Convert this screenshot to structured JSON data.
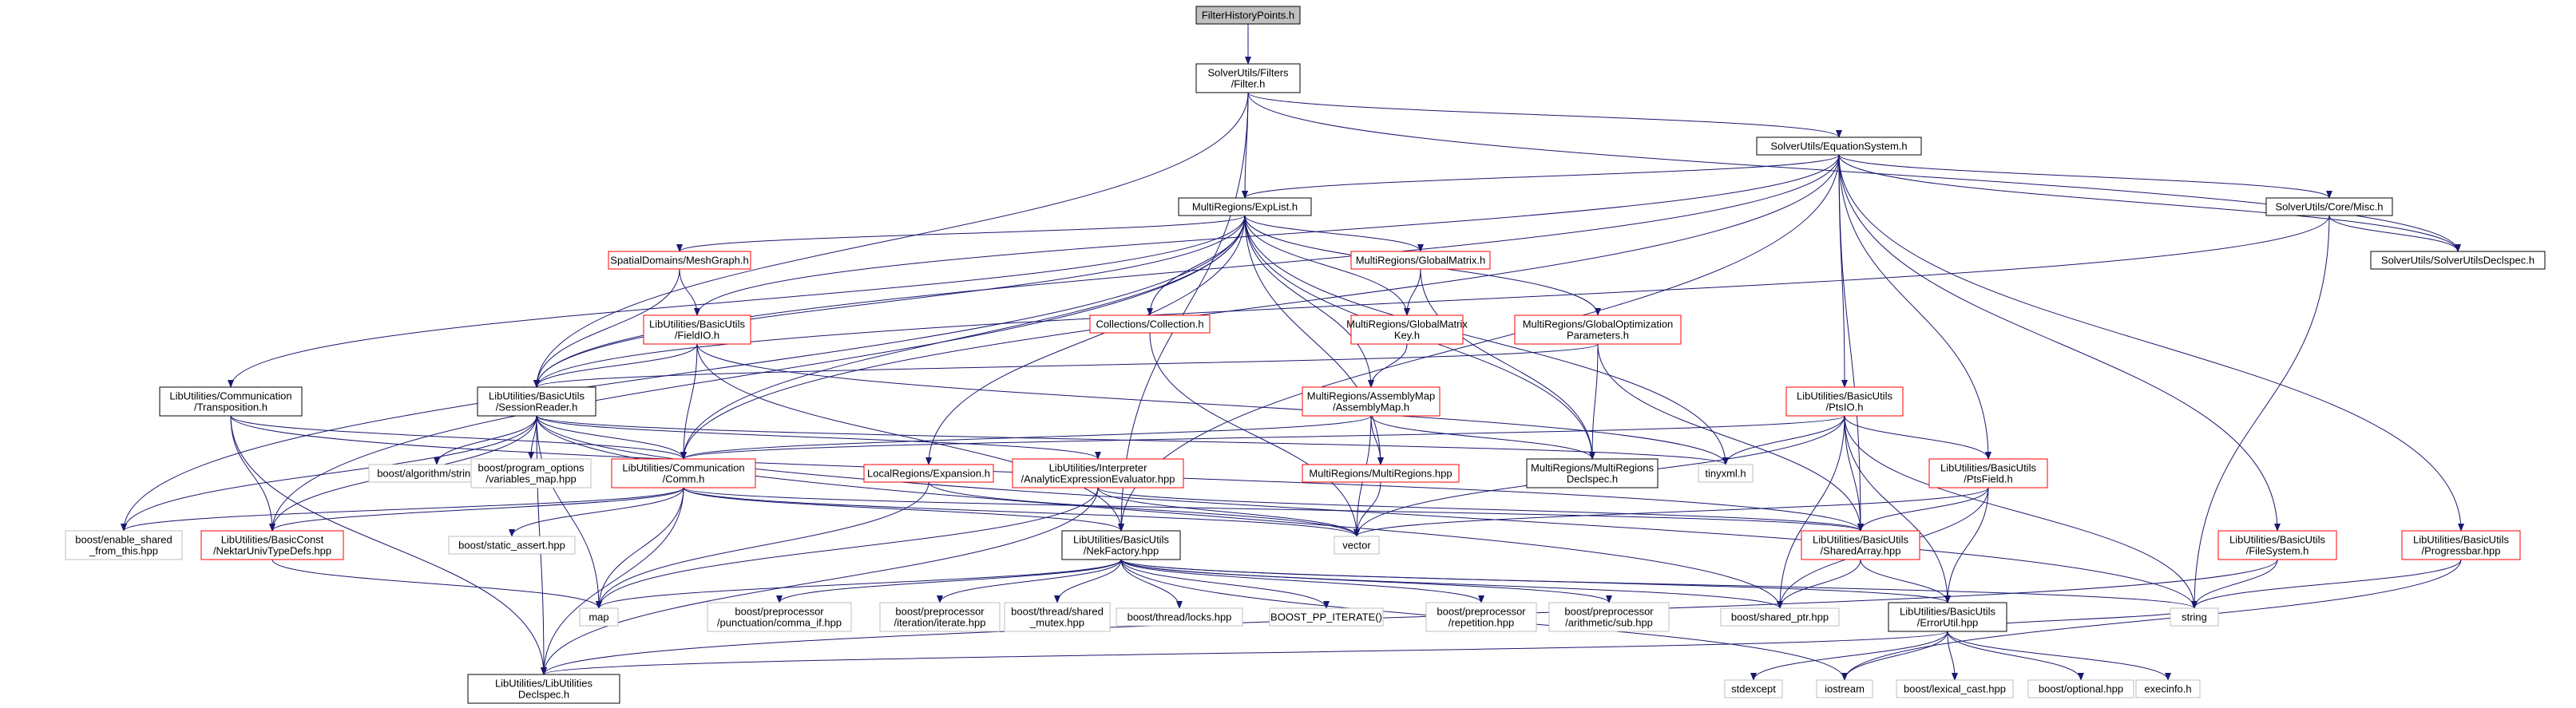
{
  "colors": {
    "edge": "#191970",
    "root_fill": "#bfbfbf",
    "border_black": "#000000",
    "border_red": "#ff0000",
    "border_gray": "#bfbfbf",
    "text": "#000000"
  },
  "nodes": [
    {
      "id": "n_filterhistorypoints",
      "lines": [
        "FilterHistoryPoints.h"
      ],
      "style": "root"
    },
    {
      "id": "n_filter",
      "lines": [
        "SolverUtils/Filters",
        "/Filter.h"
      ],
      "style": "black"
    },
    {
      "id": "n_equationsystem",
      "lines": [
        "SolverUtils/EquationSystem.h"
      ],
      "style": "black"
    },
    {
      "id": "n_explist",
      "lines": [
        "MultiRegions/ExpList.h"
      ],
      "style": "black"
    },
    {
      "id": "n_coremisc",
      "lines": [
        "SolverUtils/Core/Misc.h"
      ],
      "style": "black"
    },
    {
      "id": "n_solverutilsdeclspec",
      "lines": [
        "SolverUtils/SolverUtilsDeclspec.h"
      ],
      "style": "black"
    },
    {
      "id": "n_meshgraph",
      "lines": [
        "SpatialDomains/MeshGraph.h"
      ],
      "style": "red"
    },
    {
      "id": "n_globalmatrix",
      "lines": [
        "MultiRegions/GlobalMatrix.h"
      ],
      "style": "red"
    },
    {
      "id": "n_fieldio",
      "lines": [
        "LibUtilities/BasicUtils",
        "/FieldIO.h"
      ],
      "style": "red"
    },
    {
      "id": "n_collection",
      "lines": [
        "Collections/Collection.h"
      ],
      "style": "red"
    },
    {
      "id": "n_globalmatrixkey",
      "lines": [
        "MultiRegions/GlobalMatrix",
        "Key.h"
      ],
      "style": "red"
    },
    {
      "id": "n_globaloptim",
      "lines": [
        "MultiRegions/GlobalOptimization",
        "Parameters.h"
      ],
      "style": "red"
    },
    {
      "id": "n_transposition",
      "lines": [
        "LibUtilities/Communication",
        "/Transposition.h"
      ],
      "style": "black"
    },
    {
      "id": "n_sessionreader",
      "lines": [
        "LibUtilities/BasicUtils",
        "/SessionReader.h"
      ],
      "style": "black"
    },
    {
      "id": "n_assemblymap",
      "lines": [
        "MultiRegions/AssemblyMap",
        "/AssemblyMap.h"
      ],
      "style": "red"
    },
    {
      "id": "n_ptsio",
      "lines": [
        "LibUtilities/BasicUtils",
        "/PtsIO.h"
      ],
      "style": "red"
    },
    {
      "id": "n_comm",
      "lines": [
        "LibUtilities/Communication",
        "/Comm.h"
      ],
      "style": "red"
    },
    {
      "id": "n_algorithmstring",
      "lines": [
        "boost/algorithm/string.hpp"
      ],
      "style": "gray"
    },
    {
      "id": "n_programoptions",
      "lines": [
        "boost/program_options",
        "/variables_map.hpp"
      ],
      "style": "gray"
    },
    {
      "id": "n_localexpansion",
      "lines": [
        "LocalRegions/Expansion.h"
      ],
      "style": "red"
    },
    {
      "id": "n_interpreter",
      "lines": [
        "LibUtilities/Interpreter",
        "/AnalyticExpressionEvaluator.hpp"
      ],
      "style": "red"
    },
    {
      "id": "n_multiregionshpp",
      "lines": [
        "MultiRegions/MultiRegions.hpp"
      ],
      "style": "red"
    },
    {
      "id": "n_multiregionsdeclspec",
      "lines": [
        "MultiRegions/MultiRegions",
        "Declspec.h"
      ],
      "style": "black"
    },
    {
      "id": "n_tinyxml",
      "lines": [
        "tinyxml.h"
      ],
      "style": "gray"
    },
    {
      "id": "n_ptsfield",
      "lines": [
        "LibUtilities/BasicUtils",
        "/PtsField.h"
      ],
      "style": "red"
    },
    {
      "id": "n_enableshared",
      "lines": [
        "boost/enable_shared",
        "_from_this.hpp"
      ],
      "style": "gray"
    },
    {
      "id": "n_basicconst",
      "lines": [
        "LibUtilities/BasicConst",
        "/NektarUnivTypeDefs.hpp"
      ],
      "style": "red"
    },
    {
      "id": "n_staticassert",
      "lines": [
        "boost/static_assert.hpp"
      ],
      "style": "gray"
    },
    {
      "id": "n_vector",
      "lines": [
        "vector"
      ],
      "style": "gray"
    },
    {
      "id": "n_sharedarray",
      "lines": [
        "LibUtilities/BasicUtils",
        "/SharedArray.hpp"
      ],
      "style": "red"
    },
    {
      "id": "n_filesystem",
      "lines": [
        "LibUtilities/BasicUtils",
        "/FileSystem.h"
      ],
      "style": "red"
    },
    {
      "id": "n_progressbar",
      "lines": [
        "LibUtilities/BasicUtils",
        "/Progressbar.hpp"
      ],
      "style": "red"
    },
    {
      "id": "n_nekfactory",
      "lines": [
        "LibUtilities/BasicUtils",
        "/NekFactory.hpp"
      ],
      "style": "black"
    },
    {
      "id": "n_map",
      "lines": [
        "map"
      ],
      "style": "gray"
    },
    {
      "id": "n_commaif",
      "lines": [
        "boost/preprocessor",
        "/punctuation/comma_if.hpp"
      ],
      "style": "gray"
    },
    {
      "id": "n_iterate",
      "lines": [
        "boost/preprocessor",
        "/iteration/iterate.hpp"
      ],
      "style": "gray"
    },
    {
      "id": "n_sharedmutex",
      "lines": [
        "boost/thread/shared",
        "_mutex.hpp"
      ],
      "style": "gray"
    },
    {
      "id": "n_locks",
      "lines": [
        "boost/thread/locks.hpp"
      ],
      "style": "gray"
    },
    {
      "id": "n_ppiterate",
      "lines": [
        "BOOST_PP_ITERATE()"
      ],
      "style": "gray"
    },
    {
      "id": "n_repetition",
      "lines": [
        "boost/preprocessor",
        "/repetition.hpp"
      ],
      "style": "gray"
    },
    {
      "id": "n_arithsub",
      "lines": [
        "boost/preprocessor",
        "/arithmetic/sub.hpp"
      ],
      "style": "gray"
    },
    {
      "id": "n_sharedptr",
      "lines": [
        "boost/shared_ptr.hpp"
      ],
      "style": "gray"
    },
    {
      "id": "n_errorutil",
      "lines": [
        "LibUtilities/BasicUtils",
        "/ErrorUtil.hpp"
      ],
      "style": "black"
    },
    {
      "id": "n_string",
      "lines": [
        "string"
      ],
      "style": "gray"
    },
    {
      "id": "n_libutildeclspec",
      "lines": [
        "LibUtilities/LibUtilities",
        "Declspec.h"
      ],
      "style": "black"
    },
    {
      "id": "n_stdexcept",
      "lines": [
        "stdexcept"
      ],
      "style": "gray"
    },
    {
      "id": "n_iostream",
      "lines": [
        "iostream"
      ],
      "style": "gray"
    },
    {
      "id": "n_lexicalcast",
      "lines": [
        "boost/lexical_cast.hpp"
      ],
      "style": "gray"
    },
    {
      "id": "n_optional",
      "lines": [
        "boost/optional.hpp"
      ],
      "style": "gray"
    },
    {
      "id": "n_execinfo",
      "lines": [
        "execinfo.h"
      ],
      "style": "gray"
    }
  ],
  "edges": [
    [
      "n_filterhistorypoints",
      "n_filter"
    ],
    [
      "n_filter",
      "n_equationsystem"
    ],
    [
      "n_filter",
      "n_explist"
    ],
    [
      "n_filter",
      "n_solverutilsdeclspec"
    ],
    [
      "n_filter",
      "n_sessionreader"
    ],
    [
      "n_filter",
      "n_nekfactory"
    ],
    [
      "n_equationsystem",
      "n_explist"
    ],
    [
      "n_equationsystem",
      "n_coremisc"
    ],
    [
      "n_equationsystem",
      "n_solverutilsdeclspec"
    ],
    [
      "n_equationsystem",
      "n_fieldio"
    ],
    [
      "n_equationsystem",
      "n_sessionreader"
    ],
    [
      "n_equationsystem",
      "n_ptsio"
    ],
    [
      "n_equationsystem",
      "n_ptsfield"
    ],
    [
      "n_equationsystem",
      "n_comm"
    ],
    [
      "n_equationsystem",
      "n_nekfactory"
    ],
    [
      "n_equationsystem",
      "n_sharedarray"
    ],
    [
      "n_equationsystem",
      "n_filesystem"
    ],
    [
      "n_equationsystem",
      "n_progressbar"
    ],
    [
      "n_explist",
      "n_meshgraph"
    ],
    [
      "n_explist",
      "n_globalmatrix"
    ],
    [
      "n_explist",
      "n_collection"
    ],
    [
      "n_explist",
      "n_globaloptim"
    ],
    [
      "n_explist",
      "n_transposition"
    ],
    [
      "n_explist",
      "n_sessionreader"
    ],
    [
      "n_explist",
      "n_assemblymap"
    ],
    [
      "n_explist",
      "n_comm"
    ],
    [
      "n_explist",
      "n_localexpansion"
    ],
    [
      "n_explist",
      "n_multiregionshpp"
    ],
    [
      "n_explist",
      "n_multiregionsdeclspec"
    ],
    [
      "n_explist",
      "n_tinyxml"
    ],
    [
      "n_explist",
      "n_globalmatrixkey"
    ],
    [
      "n_explist",
      "n_basicconst"
    ],
    [
      "n_explist",
      "n_enableshared"
    ],
    [
      "n_coremisc",
      "n_solverutilsdeclspec"
    ],
    [
      "n_coremisc",
      "n_sessionreader"
    ],
    [
      "n_coremisc",
      "n_string"
    ],
    [
      "n_meshgraph",
      "n_fieldio"
    ],
    [
      "n_meshgraph",
      "n_sessionreader"
    ],
    [
      "n_globalmatrix",
      "n_globalmatrixkey"
    ],
    [
      "n_globalmatrix",
      "n_multiregionsdeclspec"
    ],
    [
      "n_globalmatrixkey",
      "n_assemblymap"
    ],
    [
      "n_globaloptim",
      "n_sessionreader"
    ],
    [
      "n_globaloptim",
      "n_multiregionsdeclspec"
    ],
    [
      "n_globaloptim",
      "n_sharedarray"
    ],
    [
      "n_fieldio",
      "n_sessionreader"
    ],
    [
      "n_fieldio",
      "n_comm"
    ],
    [
      "n_fieldio",
      "n_nekfactory"
    ],
    [
      "n_fieldio",
      "n_tinyxml"
    ],
    [
      "n_collection",
      "n_vector"
    ],
    [
      "n_transposition",
      "n_comm"
    ],
    [
      "n_transposition",
      "n_basicconst"
    ],
    [
      "n_transposition",
      "n_sharedarray"
    ],
    [
      "n_transposition",
      "n_libutildeclspec"
    ],
    [
      "n_sessionreader",
      "n_comm"
    ],
    [
      "n_sessionreader",
      "n_algorithmstring"
    ],
    [
      "n_sessionreader",
      "n_programoptions"
    ],
    [
      "n_sessionreader",
      "n_interpreter"
    ],
    [
      "n_sessionreader",
      "n_basicconst"
    ],
    [
      "n_sessionreader",
      "n_enableshared"
    ],
    [
      "n_sessionreader",
      "n_map"
    ],
    [
      "n_sessionreader",
      "n_libutildeclspec"
    ],
    [
      "n_sessionreader",
      "n_string"
    ],
    [
      "n_sessionreader",
      "n_tinyxml"
    ],
    [
      "n_sessionreader",
      "n_sharedptr"
    ],
    [
      "n_assemblymap",
      "n_comm"
    ],
    [
      "n_assemblymap",
      "n_multiregionshpp"
    ],
    [
      "n_assemblymap",
      "n_multiregionsdeclspec"
    ],
    [
      "n_assemblymap",
      "n_vector"
    ],
    [
      "n_ptsio",
      "n_comm"
    ],
    [
      "n_ptsio",
      "n_ptsfield"
    ],
    [
      "n_ptsio",
      "n_sharedarray"
    ],
    [
      "n_ptsio",
      "n_tinyxml"
    ],
    [
      "n_ptsio",
      "n_vector"
    ],
    [
      "n_ptsio",
      "n_string"
    ],
    [
      "n_ptsio",
      "n_sharedptr"
    ],
    [
      "n_ptsio",
      "n_errorutil"
    ],
    [
      "n_comm",
      "n_enableshared"
    ],
    [
      "n_comm",
      "n_basicconst"
    ],
    [
      "n_comm",
      "n_staticassert"
    ],
    [
      "n_comm",
      "n_nekfactory"
    ],
    [
      "n_comm",
      "n_vector"
    ],
    [
      "n_comm",
      "n_sharedarray"
    ],
    [
      "n_comm",
      "n_libutildeclspec"
    ],
    [
      "n_comm",
      "n_map"
    ],
    [
      "n_localexpansion",
      "n_vector"
    ],
    [
      "n_localexpansion",
      "n_map"
    ],
    [
      "n_interpreter",
      "n_vector"
    ],
    [
      "n_interpreter",
      "n_sharedarray"
    ],
    [
      "n_interpreter",
      "n_map"
    ],
    [
      "n_interpreter",
      "n_libutildeclspec"
    ],
    [
      "n_multiregionshpp",
      "n_vector"
    ],
    [
      "n_ptsfield",
      "n_sharedarray"
    ],
    [
      "n_ptsfield",
      "n_vector"
    ],
    [
      "n_ptsfield",
      "n_errorutil"
    ],
    [
      "n_ptsfield",
      "n_sharedptr"
    ],
    [
      "n_basicconst",
      "n_map"
    ],
    [
      "n_sharedarray",
      "n_sharedptr"
    ],
    [
      "n_sharedarray",
      "n_errorutil"
    ],
    [
      "n_filesystem",
      "n_string"
    ],
    [
      "n_filesystem",
      "n_libutildeclspec"
    ],
    [
      "n_progressbar",
      "n_string"
    ],
    [
      "n_progressbar",
      "n_iostream"
    ],
    [
      "n_nekfactory",
      "n_map"
    ],
    [
      "n_nekfactory",
      "n_commaif"
    ],
    [
      "n_nekfactory",
      "n_iterate"
    ],
    [
      "n_nekfactory",
      "n_sharedmutex"
    ],
    [
      "n_nekfactory",
      "n_locks"
    ],
    [
      "n_nekfactory",
      "n_ppiterate"
    ],
    [
      "n_nekfactory",
      "n_repetition"
    ],
    [
      "n_nekfactory",
      "n_arithsub"
    ],
    [
      "n_nekfactory",
      "n_sharedptr"
    ],
    [
      "n_nekfactory",
      "n_errorutil"
    ],
    [
      "n_nekfactory",
      "n_string"
    ],
    [
      "n_nekfactory",
      "n_iostream"
    ],
    [
      "n_errorutil",
      "n_libutildeclspec"
    ],
    [
      "n_errorutil",
      "n_stdexcept"
    ],
    [
      "n_errorutil",
      "n_iostream"
    ],
    [
      "n_errorutil",
      "n_lexicalcast"
    ],
    [
      "n_errorutil",
      "n_optional"
    ],
    [
      "n_errorutil",
      "n_execinfo"
    ],
    [
      "n_errorutil",
      "n_string"
    ]
  ]
}
